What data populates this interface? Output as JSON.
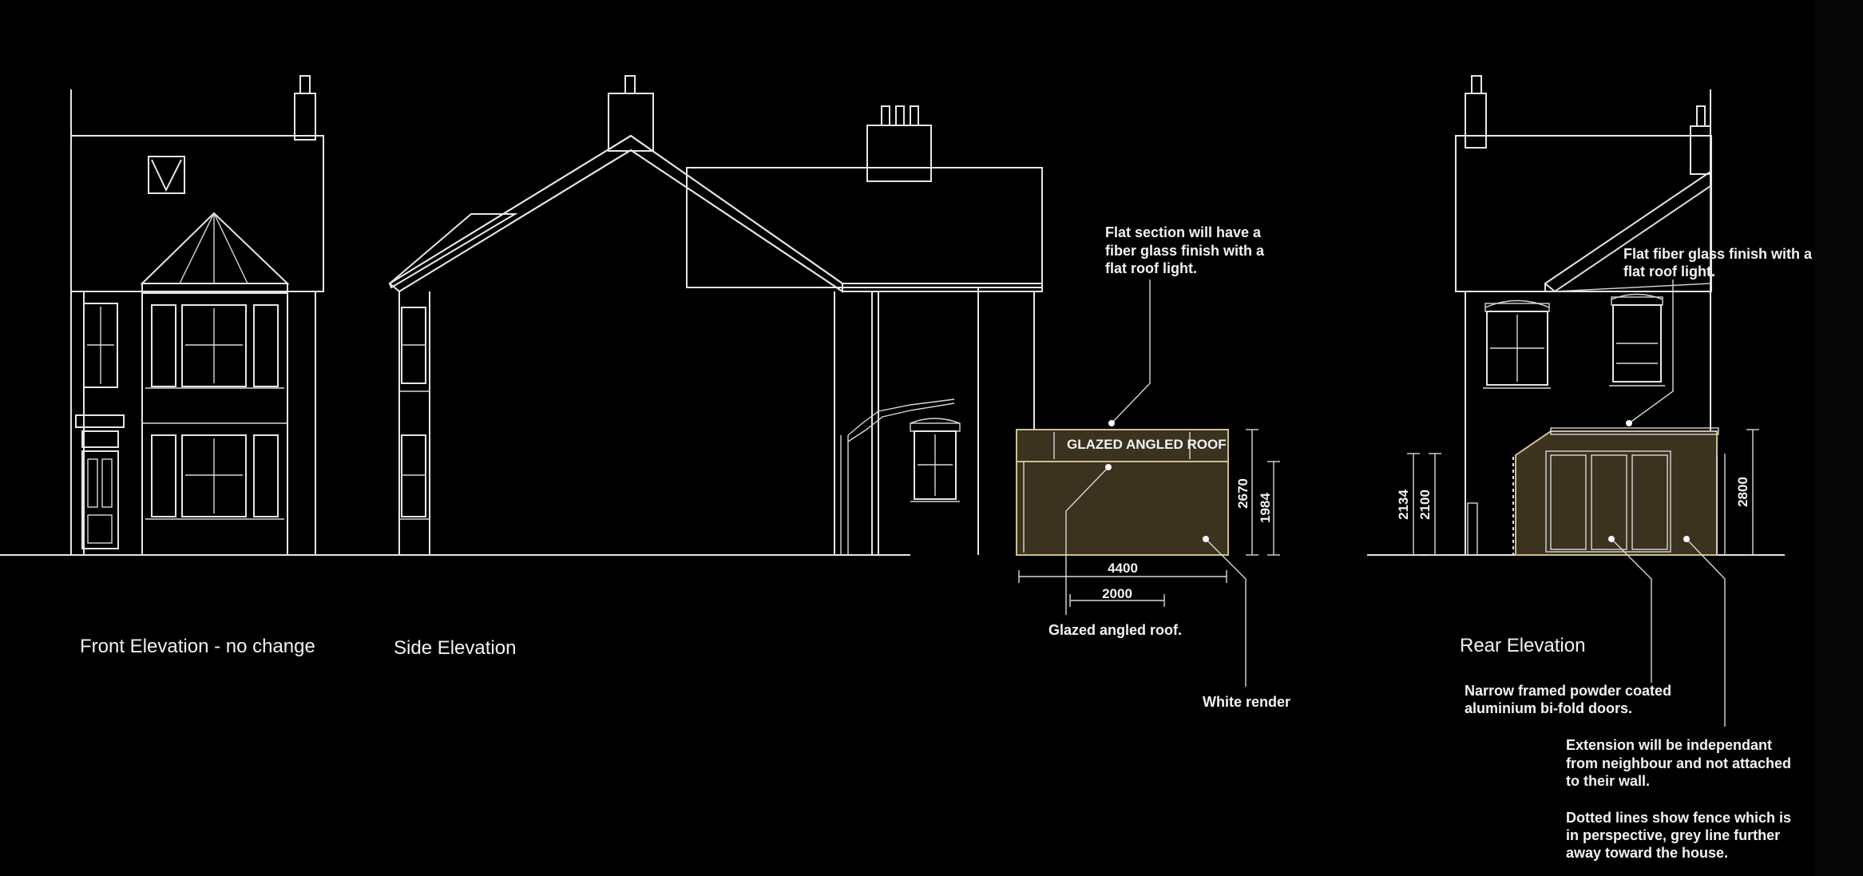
{
  "labels": {
    "front": "Front Elevation - no change",
    "side": "Side Elevation",
    "rear": "Rear Elevation"
  },
  "side_notes": {
    "flat_section": [
      "Flat section will have a",
      "fiber glass finish with a",
      "flat roof light."
    ],
    "glazed_roof_tag": "GLAZED ANGLED ROOF",
    "glazed_roof": "Glazed angled roof.",
    "white_render": "White render"
  },
  "side_dims": {
    "height_total": "2670",
    "height_eaves": "1984",
    "width_total": "4400",
    "width_glazed": "2000"
  },
  "rear_notes": {
    "flat_fiber": [
      "Flat fiber glass finish with a",
      "flat roof light."
    ],
    "bifold": [
      "Narrow framed powder coated",
      "aluminium bi-fold doors."
    ],
    "independent": [
      "Extension will be independant",
      "from neighbour and not attached",
      "to their wall."
    ],
    "dotted": [
      "Dotted lines show fence which is",
      "in perspective, grey line further",
      "away toward the house."
    ]
  },
  "rear_dims": {
    "h1": "2134",
    "h2": "2100",
    "h3": "2800"
  },
  "colors": {
    "background": "#000000",
    "linework": "#e6e6e6",
    "extension_fill": "#3b3220",
    "extension_edge": "#cdbf8f"
  }
}
